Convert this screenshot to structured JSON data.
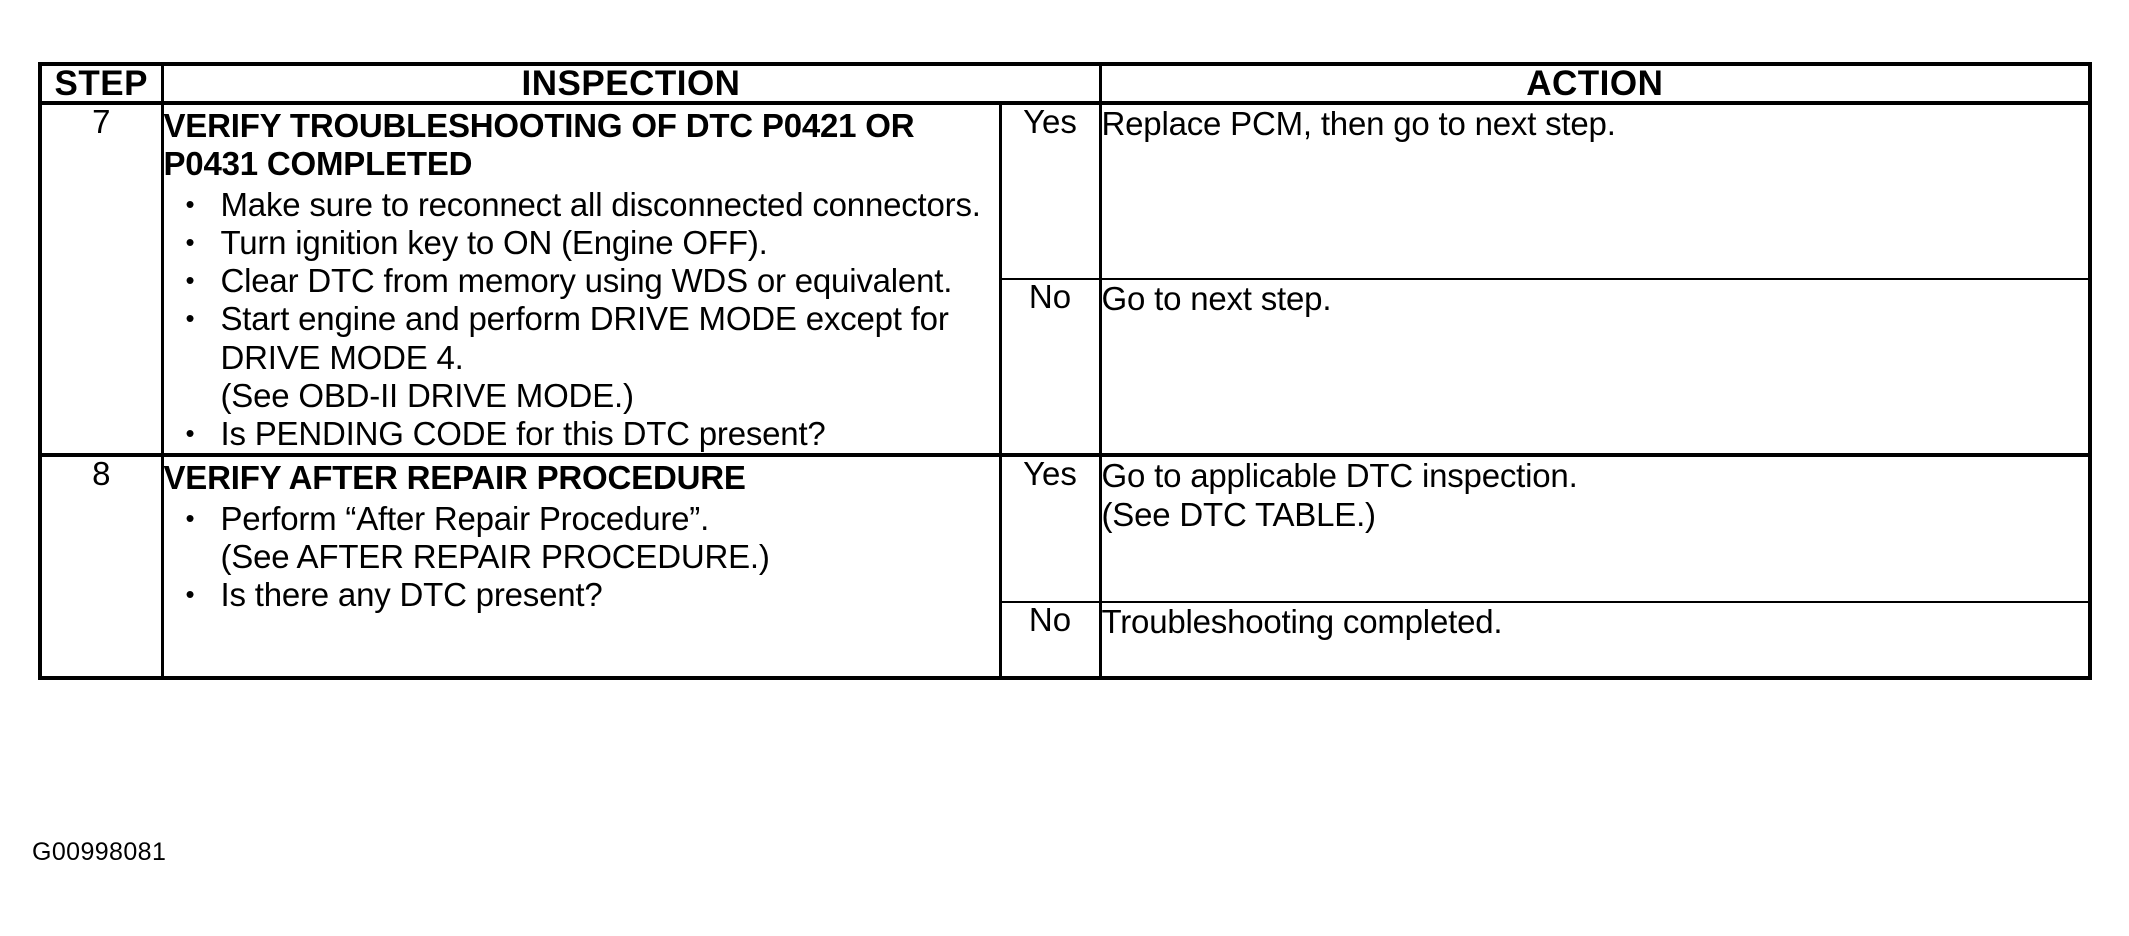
{
  "document": {
    "figure_id": "G00998081"
  },
  "table": {
    "headers": {
      "step": "STEP",
      "inspection": "INSPECTION",
      "action": "ACTION"
    },
    "rows": [
      {
        "step": "7",
        "inspection": {
          "title": "VERIFY TROUBLESHOOTING OF DTC P0421 OR P0431 COMPLETED",
          "bullets": [
            {
              "text": "Make sure to reconnect all disconnected connectors.",
              "subline": ""
            },
            {
              "text": "Turn ignition key to ON (Engine OFF).",
              "subline": ""
            },
            {
              "text": "Clear DTC from memory using WDS or equivalent.",
              "subline": ""
            },
            {
              "text": "Start engine and perform DRIVE MODE except for DRIVE MODE 4.",
              "subline": "(See OBD-II DRIVE MODE.)"
            },
            {
              "text": "Is PENDING CODE for this DTC present?",
              "subline": ""
            }
          ]
        },
        "outcomes": [
          {
            "answer": "Yes",
            "action_lines": [
              "Replace PCM, then go to next step."
            ]
          },
          {
            "answer": "No",
            "action_lines": [
              "Go to next step."
            ]
          }
        ]
      },
      {
        "step": "8",
        "inspection": {
          "title": "VERIFY AFTER REPAIR PROCEDURE",
          "bullets": [
            {
              "text": "Perform “After Repair Procedure”.",
              "subline": "(See AFTER REPAIR PROCEDURE.)"
            },
            {
              "text": "Is there any DTC present?",
              "subline": ""
            }
          ]
        },
        "outcomes": [
          {
            "answer": "Yes",
            "action_lines": [
              "Go to applicable DTC inspection.",
              "(See DTC TABLE.)"
            ]
          },
          {
            "answer": "No",
            "action_lines": [
              "Troubleshooting completed."
            ]
          }
        ]
      }
    ]
  },
  "bullet_glyph": "•"
}
